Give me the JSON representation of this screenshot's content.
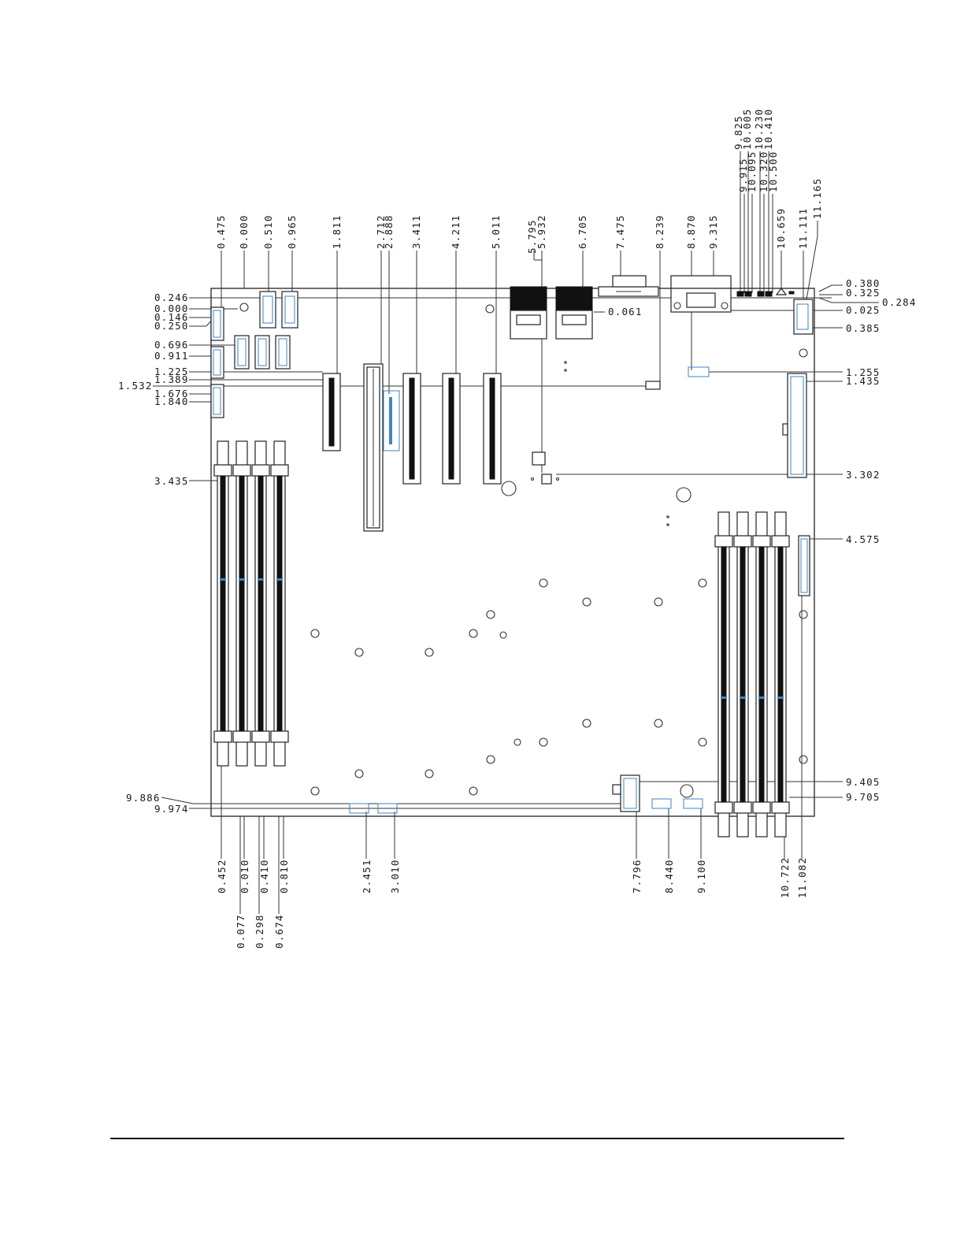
{
  "drawing": {
    "top_dims": [
      "0.475",
      "0.000",
      "0.510",
      "0.965",
      "1.811",
      "2.712",
      "2.888",
      "3.411",
      "4.211",
      "5.011",
      "5.795",
      "5.932",
      "6.705",
      "7.475",
      "8.239",
      "8.870",
      "9.315",
      "9.825",
      "9.915",
      "10.005",
      "10.095",
      "10.230",
      "10.320",
      "10.410",
      "10.500",
      "10.659",
      "11.111",
      "11.165"
    ],
    "bottom_dims": [
      "0.452",
      "0.010",
      "0.410",
      "0.810",
      "2.451",
      "3.010",
      "7.796",
      "8.440",
      "9.100",
      "10.722",
      "11.082"
    ],
    "bottom_dims_lower": [
      "0.077",
      "0.298",
      "0.674"
    ],
    "left_dims": [
      "0.246",
      "0.000",
      "0.146",
      "0.250",
      "0.696",
      "0.911",
      "1.225",
      "1.389",
      "1.532",
      "1.676",
      "1.840",
      "3.435",
      "9.886",
      "9.974"
    ],
    "right_dims": [
      "0.380",
      "0.325",
      "0.284",
      "0.025",
      "0.385",
      "1.255",
      "1.435",
      "3.302",
      "4.575",
      "9.405",
      "9.705"
    ],
    "inner_dims": [
      "0.061"
    ]
  }
}
